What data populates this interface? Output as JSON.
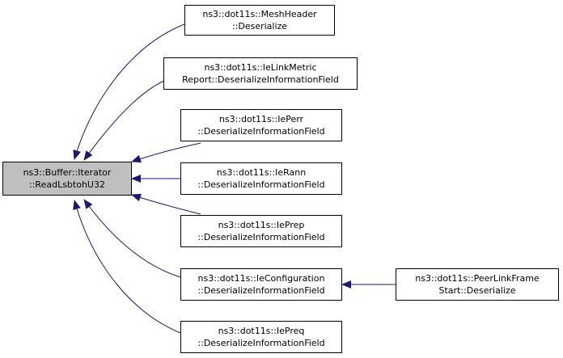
{
  "colors": {
    "edge": "#191970",
    "highlight_fill": "#bfbfbf",
    "node_border": "#000000"
  },
  "nodes": {
    "root": [
      "ns3::Buffer::Iterator",
      "::ReadLsbtohU32"
    ],
    "mesh_header": [
      "ns3::dot11s::MeshHeader",
      "::Deserialize"
    ],
    "ie_link_metric": [
      "ns3::dot11s::IeLinkMetric",
      "Report::DeserializeInformationField"
    ],
    "ie_perr": [
      "ns3::dot11s::IePerr",
      "::DeserializeInformationField"
    ],
    "ie_rann": [
      "ns3::dot11s::IeRann",
      "::DeserializeInformationField"
    ],
    "ie_prep": [
      "ns3::dot11s::IePrep",
      "::DeserializeInformationField"
    ],
    "ie_configuration": [
      "ns3::dot11s::IeConfiguration",
      "::DeserializeInformationField"
    ],
    "ie_preq": [
      "ns3::dot11s::IePreq",
      "::DeserializeInformationField"
    ],
    "peer_link": [
      "ns3::dot11s::PeerLinkFrame",
      "Start::Deserialize"
    ]
  }
}
